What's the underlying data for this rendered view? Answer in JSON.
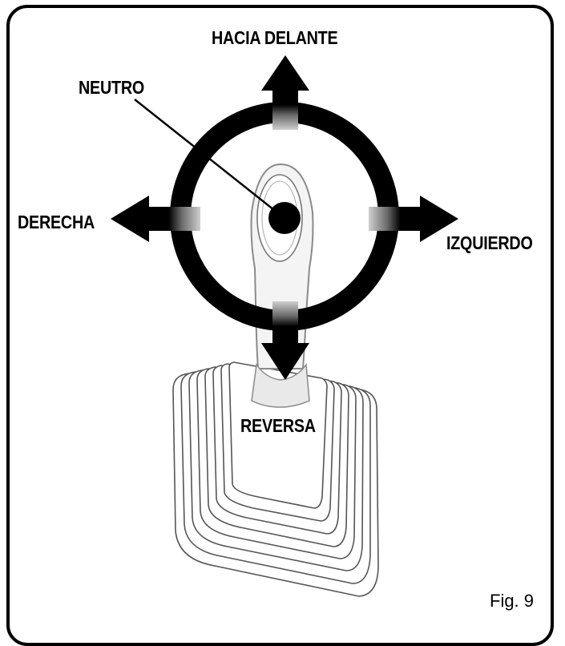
{
  "labels": {
    "forward": "HACIA DELANTE",
    "neutral": "NEUTRO",
    "right": "DERECHA",
    "left": "IZQUIERDO",
    "reverse": "REVERSA"
  },
  "caption": "Fig. 9"
}
